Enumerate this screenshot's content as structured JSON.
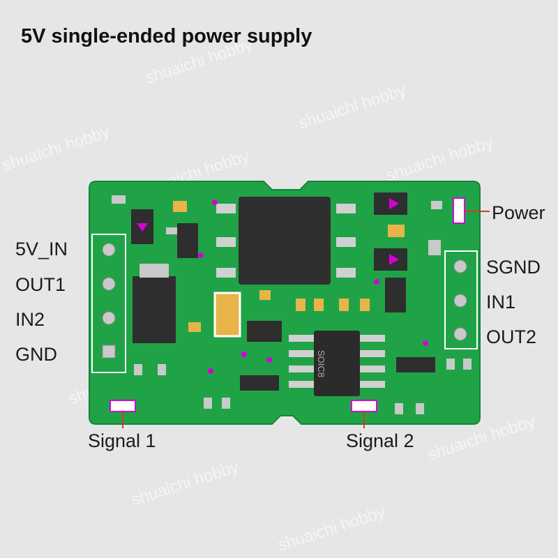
{
  "title": "5V single-ended power supply",
  "left_pins": [
    "5V_IN",
    "OUT1",
    "IN2",
    "GND"
  ],
  "right_pins": [
    "SGND",
    "IN1",
    "OUT2"
  ],
  "labels": {
    "power": "Power",
    "signal1": "Signal 1",
    "signal2": "Signal 2"
  },
  "chips": {
    "ic_package": "SOIC8"
  },
  "watermark": "shuaichi hobby",
  "colors": {
    "pcb": "#1fa346",
    "pad": "#c9c9c9",
    "led": "#d600d6",
    "amber": "#e8b44a"
  }
}
